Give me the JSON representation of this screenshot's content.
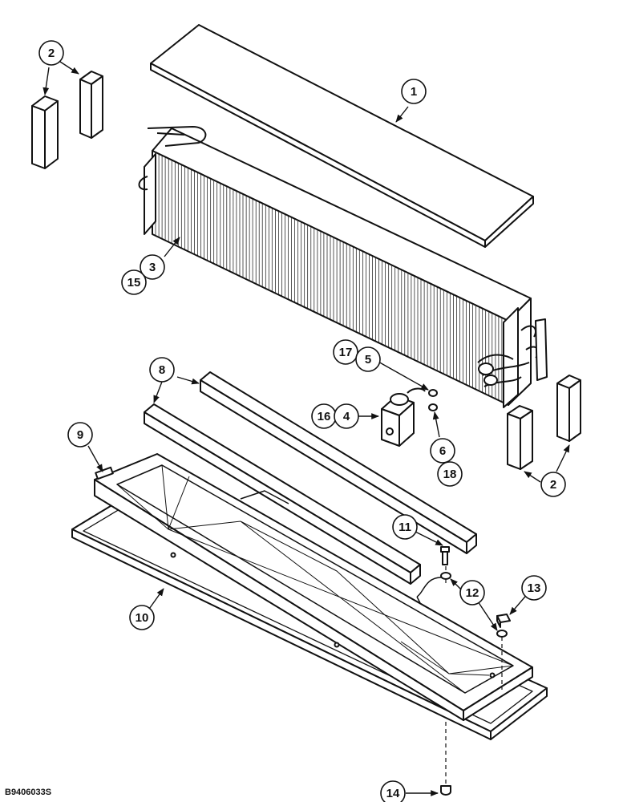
{
  "figure_id": "B9406033S",
  "callouts": [
    {
      "id": "c1",
      "label": "1"
    },
    {
      "id": "c2a",
      "label": "2"
    },
    {
      "id": "c2b",
      "label": "2"
    },
    {
      "id": "c3",
      "label": "3"
    },
    {
      "id": "c15",
      "label": "15"
    },
    {
      "id": "c17",
      "label": "17"
    },
    {
      "id": "c5",
      "label": "5"
    },
    {
      "id": "c8",
      "label": "8"
    },
    {
      "id": "c16",
      "label": "16"
    },
    {
      "id": "c4",
      "label": "4"
    },
    {
      "id": "c6",
      "label": "6"
    },
    {
      "id": "c18",
      "label": "18"
    },
    {
      "id": "c9",
      "label": "9"
    },
    {
      "id": "c11",
      "label": "11"
    },
    {
      "id": "c12",
      "label": "12"
    },
    {
      "id": "c13",
      "label": "13"
    },
    {
      "id": "c10",
      "label": "10"
    },
    {
      "id": "c14",
      "label": "14"
    }
  ],
  "colors": {
    "line": "#111111",
    "fill": "#ffffff"
  }
}
